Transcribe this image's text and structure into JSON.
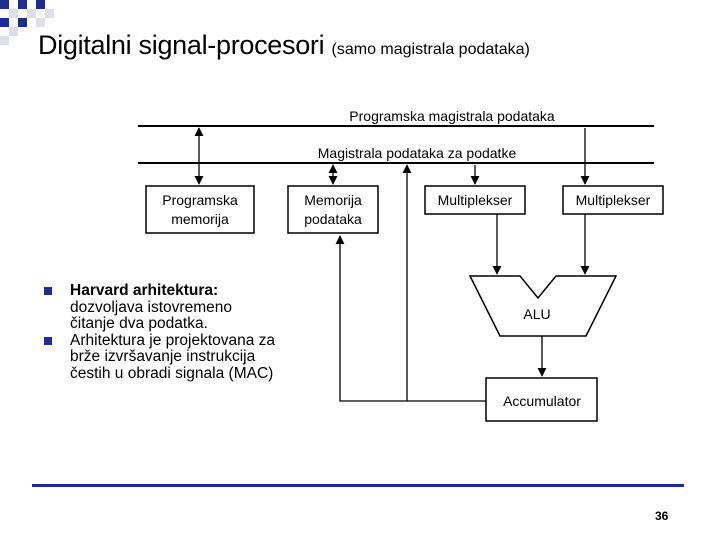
{
  "slide": {
    "title": "Digitalni signal-procesori",
    "title_sub": "(samo magistrala podataka)",
    "page_number": "36"
  },
  "diagram": {
    "bus_program": "Programska magistrala podataka",
    "bus_data": "Magistrala podataka za podatke",
    "program_memory": [
      "Programska",
      "memorija"
    ],
    "data_memory": [
      "Memorija",
      "podataka"
    ],
    "mux_1": "Multiplekser",
    "mux_2": "Multiplekser",
    "alu": "ALU",
    "accumulator": "Accumulator"
  },
  "bullets": [
    {
      "bold": "Harvard arhitektura:",
      "lines": [
        "dozvoljava istovremeno",
        "čitanje dva podatka."
      ]
    },
    {
      "lines": [
        "Arhitektura je projektovana za",
        "brže izvršavanje instrukcija",
        "čestih u obradi signala (MAC)"
      ]
    }
  ],
  "colors": {
    "accent": "#1f2e8c",
    "deco_light": "#dde0ea"
  }
}
